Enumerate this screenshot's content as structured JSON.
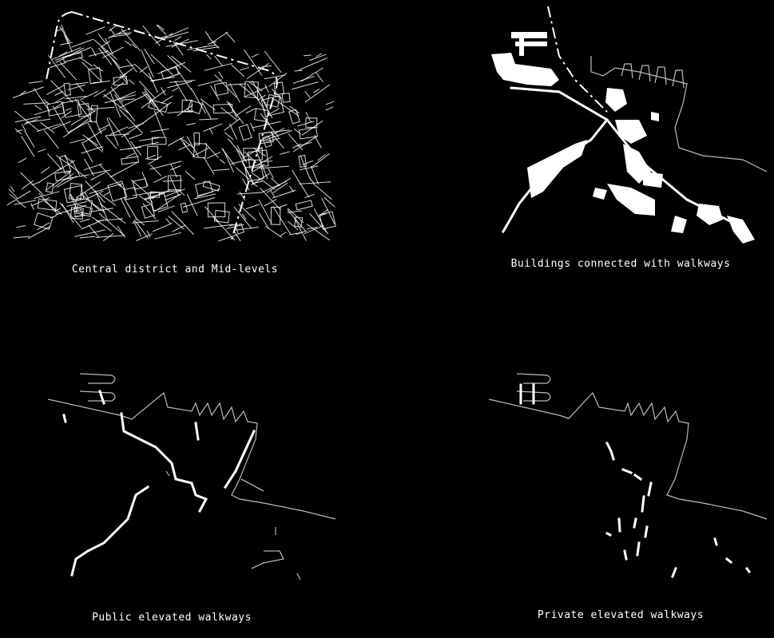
{
  "panels": [
    {
      "id": "central",
      "caption": "Central district and Mid-levels"
    },
    {
      "id": "buildings",
      "caption": "Buildings connected with walkways"
    },
    {
      "id": "public",
      "caption": "Public elevated walkways"
    },
    {
      "id": "private",
      "caption": "Private elevated walkways"
    }
  ],
  "colors": {
    "background": "#000000",
    "linework": "#ffffff"
  }
}
